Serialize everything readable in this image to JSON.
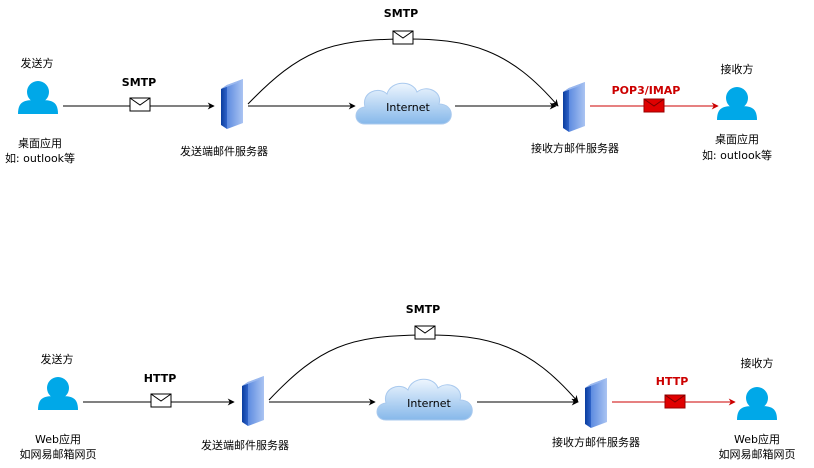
{
  "colors": {
    "line": "#000000",
    "red": "#cc0000",
    "person": "#00a8e8",
    "cloud_top": "#e8f3fd",
    "cloud_bottom": "#8bbcec",
    "server_dark": "#0a3d9e",
    "server_light": "#6f98e6",
    "envelope_red": "#e00000"
  },
  "icons": [
    "user-icon",
    "server-icon",
    "cloud-icon",
    "envelope-icon"
  ],
  "top": {
    "sender_title": "发送方",
    "sender_label_1": "桌面应用",
    "sender_label_2": "如: outlook等",
    "proto_send": "SMTP",
    "sender_server": "发送端邮件服务器",
    "proto_arc": "SMTP",
    "cloud": "Internet",
    "receiver_server": "接收方邮件服务器",
    "proto_recv": "POP3/IMAP",
    "receiver_title": "接收方",
    "receiver_label_1": "桌面应用",
    "receiver_label_2": "如: outlook等"
  },
  "bottom": {
    "sender_title": "发送方",
    "sender_label_1": "Web应用",
    "sender_label_2": "如网易邮箱网页",
    "proto_send": "HTTP",
    "sender_server": "发送端邮件服务器",
    "proto_arc": "SMTP",
    "cloud": "Internet",
    "receiver_server": "接收方邮件服务器",
    "proto_recv": "HTTP",
    "receiver_title": "接收方",
    "receiver_label_1": "Web应用",
    "receiver_label_2": "如网易邮箱网页"
  }
}
